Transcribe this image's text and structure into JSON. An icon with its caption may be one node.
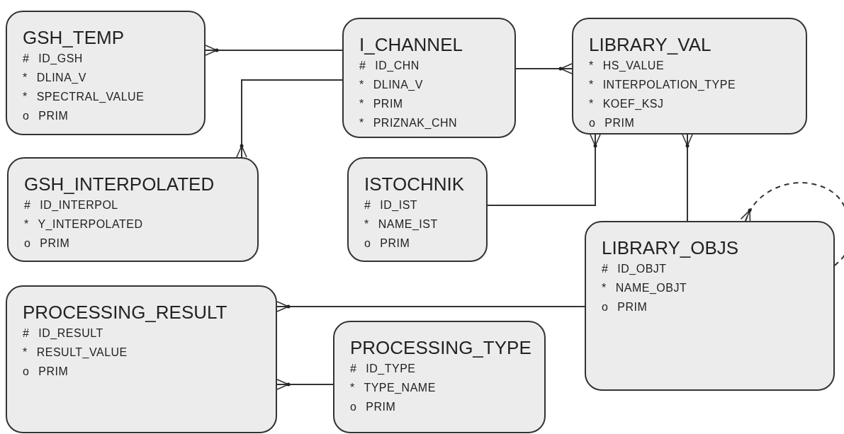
{
  "diagram": {
    "nodes": [
      {
        "text": [
          "GSH_TEMP",
          "# ID_GSH",
          "* DLINA_V",
          "* SPECTRAL_VALUE",
          "o PRIM"
        ]
      },
      {
        "text": [
          "I_CHANNEL",
          "# ID_CHN",
          "* DLINA_V",
          "* PRIM",
          "* PRIZNAK_CHN"
        ]
      },
      {
        "text": [
          "LIBRARY_VAL",
          "* HS_VALUE",
          "* INTERPOLATION_TYPE",
          "* KOEF_KSJ",
          "o PRIM"
        ]
      },
      {
        "text": [
          "GSH_INTERPOLATED",
          "# ID_INTERPOL",
          "* Y_INTERPOLATED",
          "o PRIM"
        ]
      },
      {
        "text": [
          "ISTOCHNIK",
          "# ID_IST",
          "* NAME_IST",
          "o PRIM"
        ]
      },
      {
        "text": [
          "LIBRARY_OBJS",
          "# ID_OBJT",
          "* NAME_OBJT",
          "o PRIM"
        ]
      },
      {
        "text": [
          "PROCESSING_RESULT",
          "# ID_RESULT",
          "* RESULT_VALUE",
          "o PRIM"
        ]
      },
      {
        "text": [
          "PROCESSING_TYPE",
          "# ID_TYPE",
          "* TYPE_NAME",
          "o PRIM"
        ]
      }
    ],
    "edges": [
      {
        "from": 1,
        "to": 0,
        "arrow": "other"
      },
      {
        "from": 1,
        "to": 3,
        "arrow": "other"
      },
      {
        "from": 1,
        "to": 2,
        "arrow": "other"
      },
      {
        "from": 4,
        "to": 2,
        "arrow": "other"
      },
      {
        "from": 5,
        "to": 2,
        "arrow": "other"
      },
      {
        "from": 5,
        "to": 5,
        "arrow": "other",
        "style": "dashed"
      },
      {
        "from": 5,
        "to": 6,
        "arrow": "other"
      },
      {
        "from": 7,
        "to": 6,
        "arrow": "other"
      }
    ]
  }
}
